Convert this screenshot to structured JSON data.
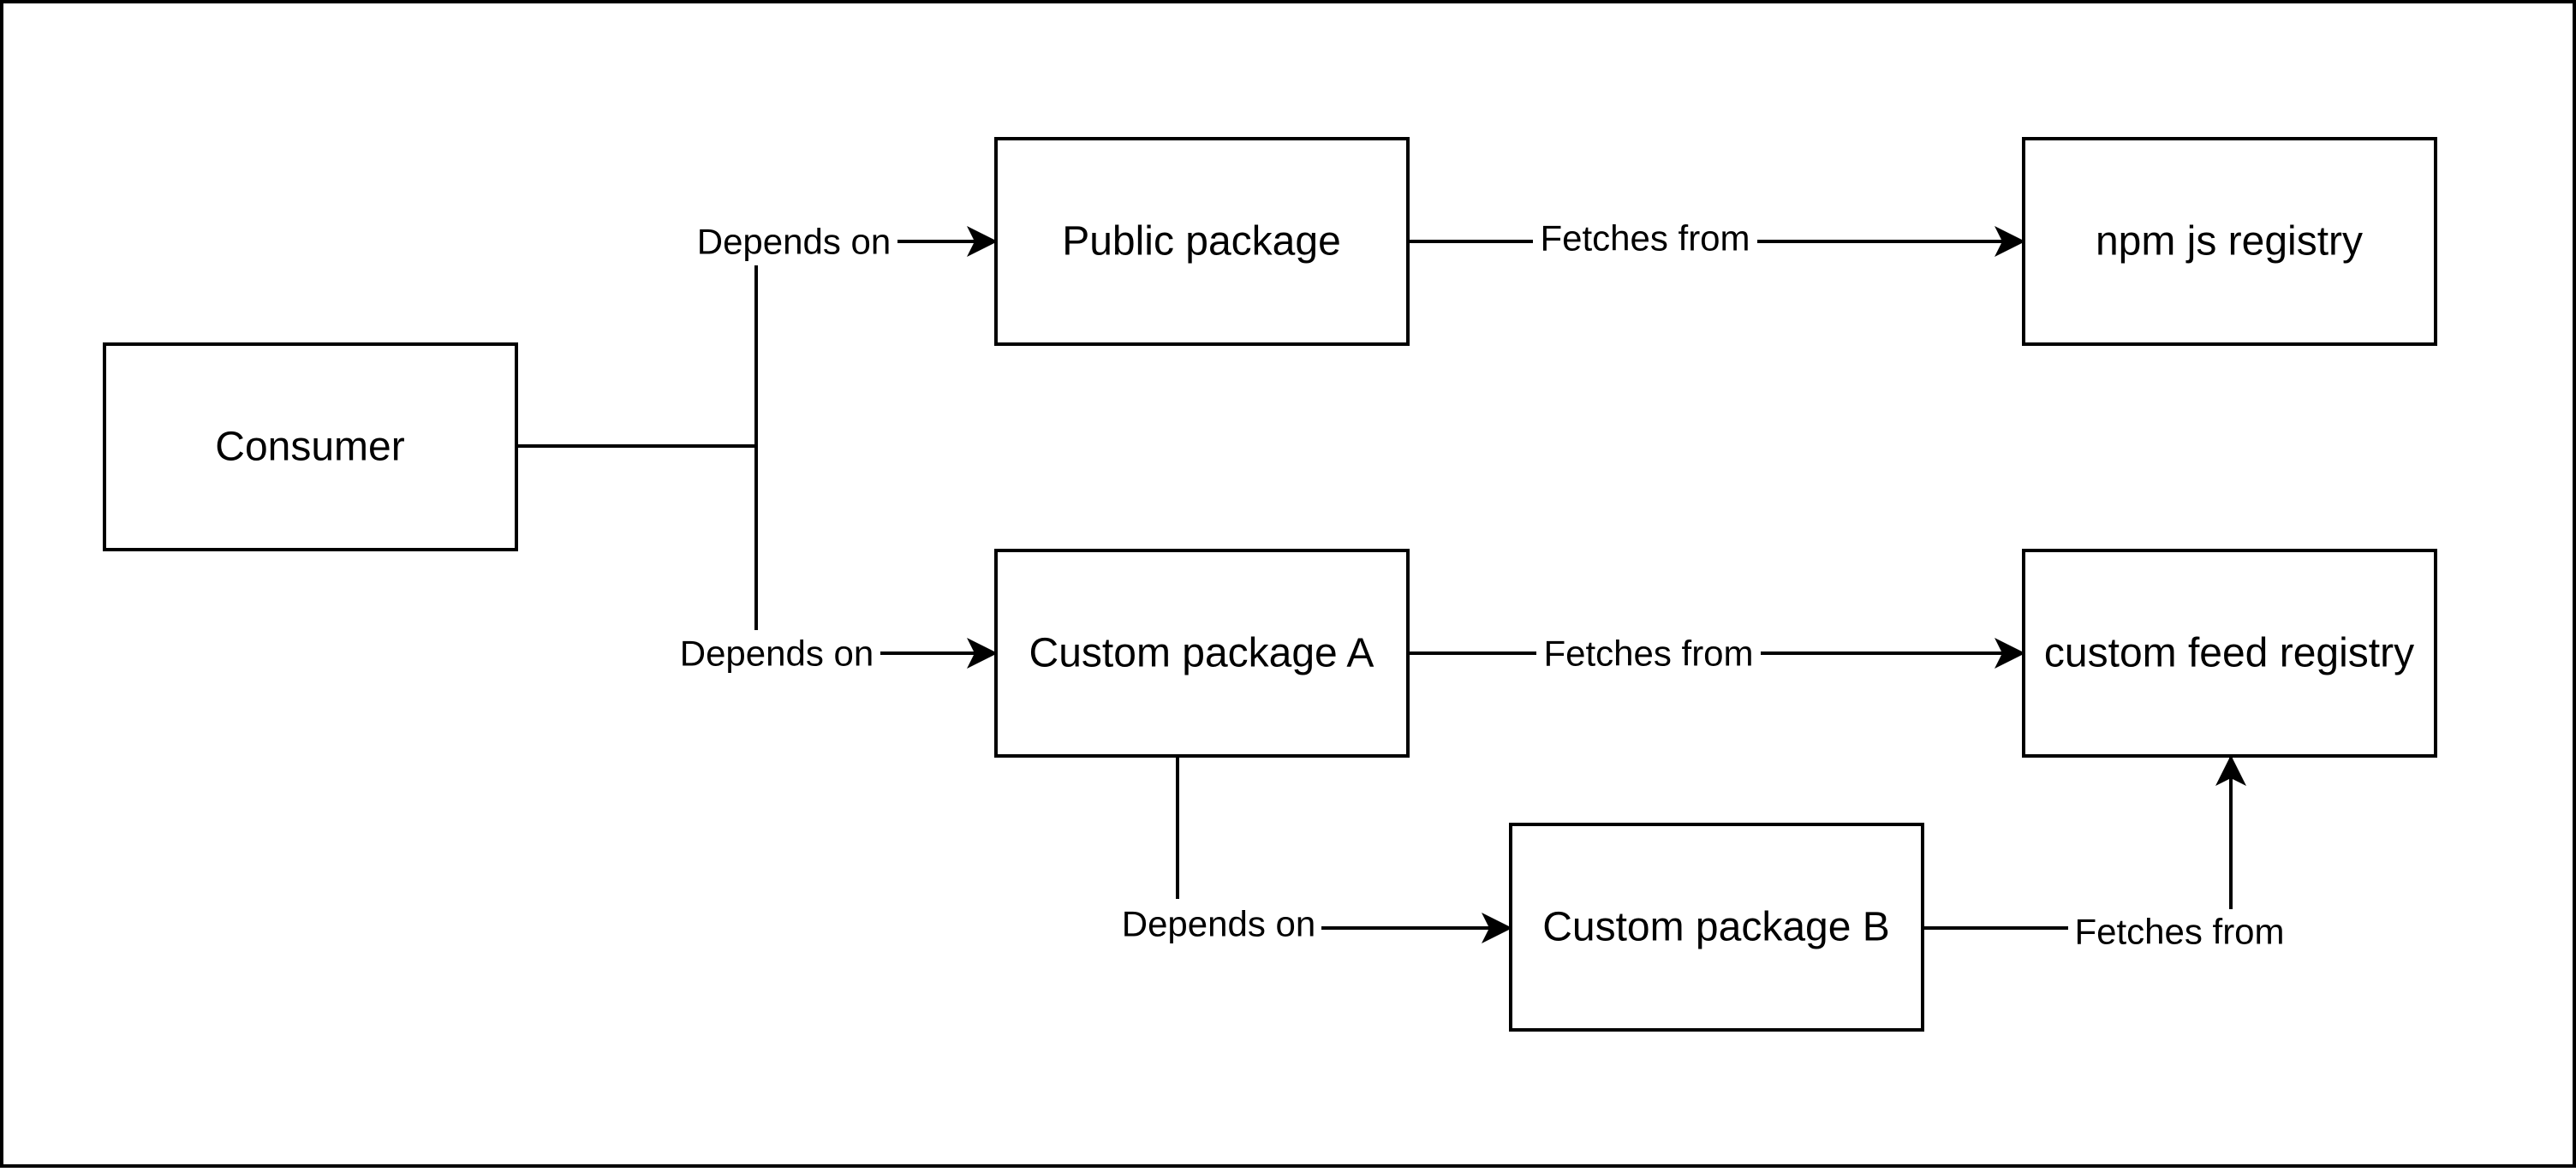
{
  "diagram": {
    "nodes": {
      "consumer": "Consumer",
      "public_package": "Public package",
      "npm_registry": "npm js registry",
      "custom_package_a": "Custom package A",
      "custom_feed_registry": "custom feed registry",
      "custom_package_b": "Custom package B"
    },
    "edges": {
      "consumer_to_public": "Depends on",
      "consumer_to_custom_a": "Depends on",
      "custom_a_to_custom_b": "Depends on",
      "public_to_npm": "Fetches from",
      "custom_a_to_feed": "Fetches from",
      "custom_b_to_feed": "Fetches from"
    }
  }
}
